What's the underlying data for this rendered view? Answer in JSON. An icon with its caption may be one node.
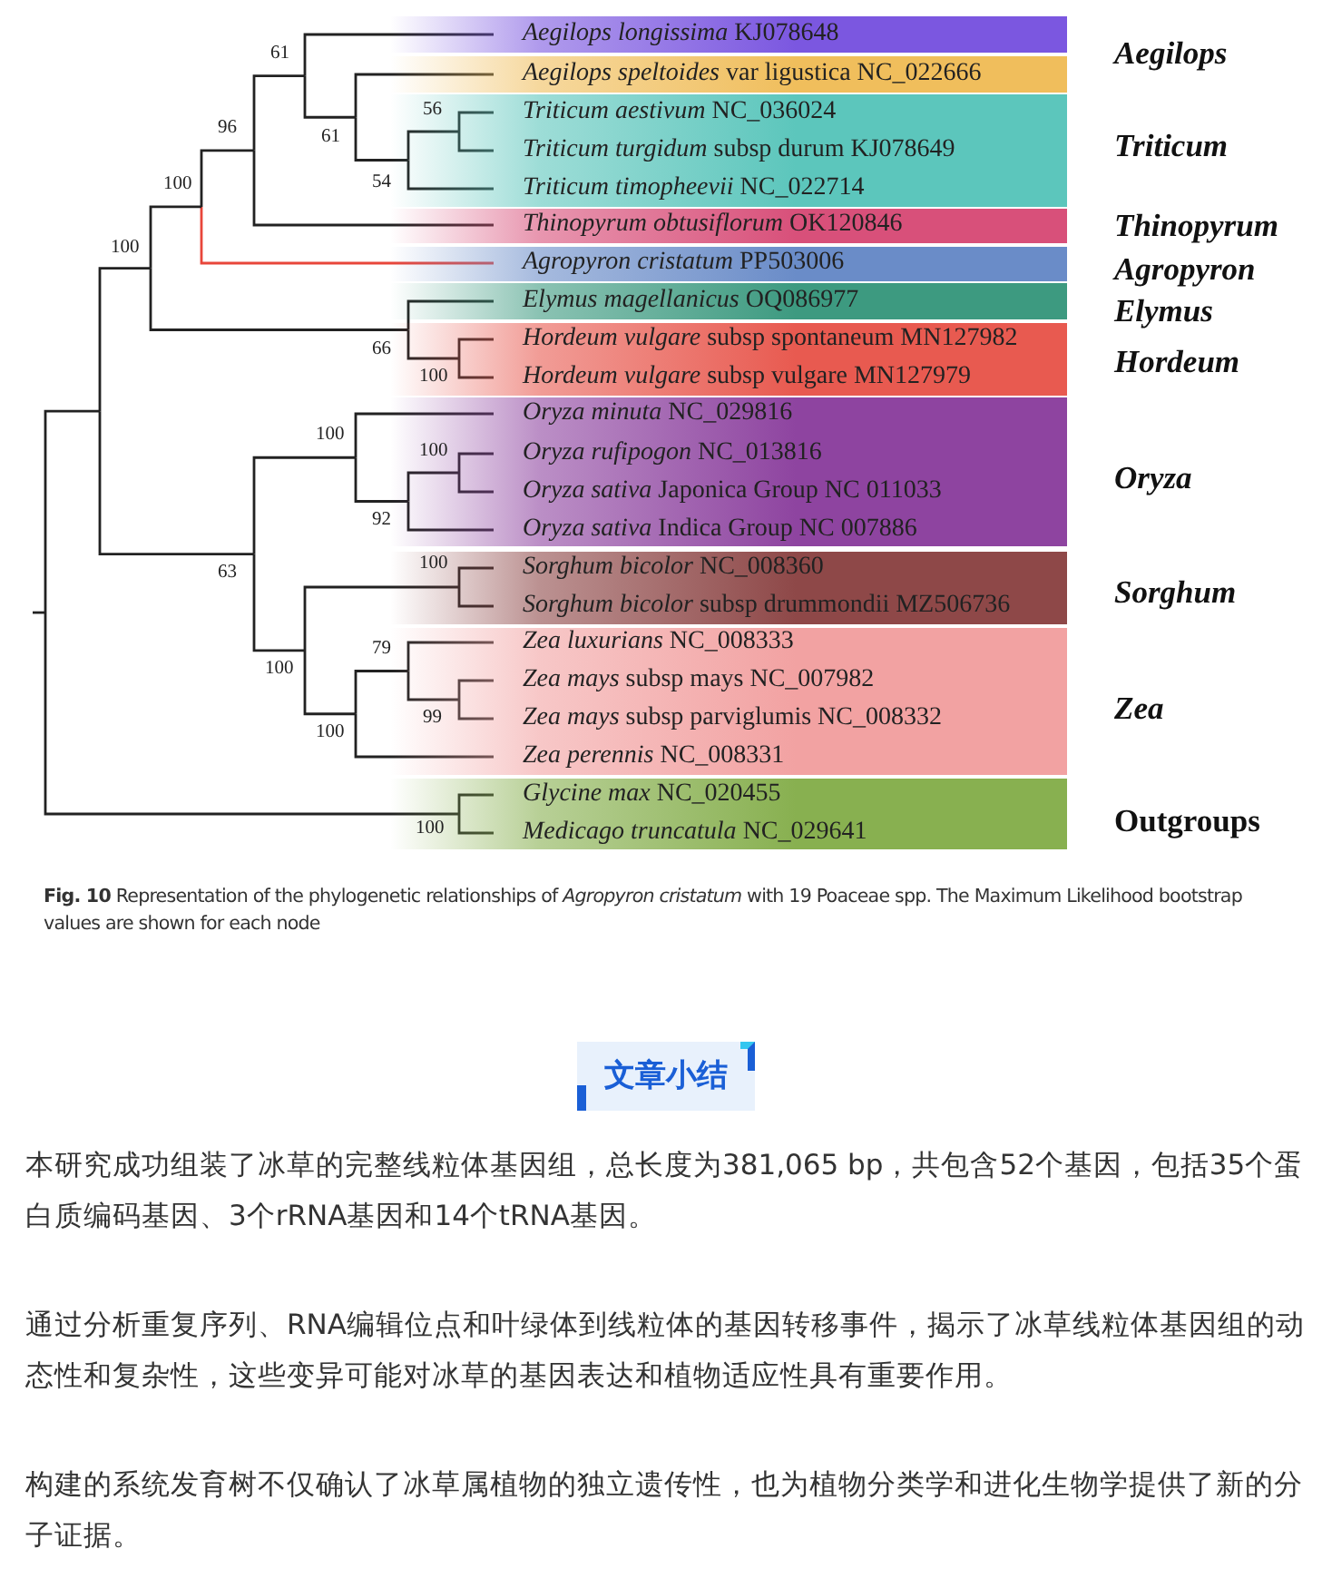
{
  "diagram": {
    "caption": "**Fig. 10** Representation of the phylogenetic relationships of *Agropyron cristatum* with 19 Poaceae spp. The Maximum Likelihood bootstrap values are shown for each node",
    "nodes": [
      {
        "text": [],
        "shape": "bar"
      },
      {
        "text": [
          "*Aegilops longissima* KJ078648"
        ],
        "in": 0
      },
      {
        "text": [],
        "shape": "bar"
      },
      {
        "text": [
          "*Aegilops speltoides* var ligustica NC_022666"
        ],
        "in": 2
      },
      {
        "text": [],
        "shape": "bar"
      },
      {
        "text": [
          "*Triticum aestivum* NC_036024"
        ],
        "in": 4
      },
      {
        "text": [
          "*Triticum turgidum* subsp durum KJ078649"
        ],
        "in": 4
      },
      {
        "text": [
          "*Triticum timopheevii* NC_022714"
        ],
        "in": 4
      },
      {
        "text": [],
        "shape": "bar"
      },
      {
        "text": [
          "*Thinopyrum obtusiflorum* OK120846"
        ],
        "in": 8
      },
      {
        "text": [],
        "shape": "bar"
      },
      {
        "text": [
          "*Agropyron cristatum* PP503006"
        ],
        "in": 10
      },
      {
        "text": [],
        "shape": "bar"
      },
      {
        "text": [
          "*Elymus magellanicus* OQ086977"
        ],
        "in": 12
      },
      {
        "text": [],
        "shape": "bar"
      },
      {
        "text": [
          "*Hordeum vulgare* subsp spontaneum MN127982"
        ],
        "in": 14
      },
      {
        "text": [
          "*Hordeum vulgare* subsp vulgare MN127979"
        ],
        "in": 14
      },
      {
        "text": [],
        "shape": "bar"
      },
      {
        "text": [
          "*Oryza minuta* NC_029816"
        ],
        "in": 17
      },
      {
        "text": [
          "*Oryza rufipogon* NC_013816"
        ],
        "in": 17
      },
      {
        "text": [
          "*Oryza sativa* Japonica Group NC 011033"
        ],
        "in": 17
      },
      {
        "text": [
          "*Oryza sativa* Indica Group NC 007886"
        ],
        "in": 17
      },
      {
        "text": [],
        "shape": "bar"
      },
      {
        "text": [
          "*Sorghum bicolor* NC_008360"
        ],
        "in": 22
      },
      {
        "text": [
          "*Sorghum bicolor* subsp drummondii MZ506736"
        ],
        "in": 22
      },
      {
        "text": [],
        "shape": "bar"
      },
      {
        "text": [
          "*Zea luxurians* NC_008333"
        ],
        "in": 25
      },
      {
        "text": [
          "*Zea mays* subsp mays NC_007982"
        ],
        "in": 25
      },
      {
        "text": [
          "*Zea mays* subsp parviglumis NC_008332"
        ],
        "in": 25
      },
      {
        "text": [
          "*Zea perennis* NC_008331"
        ],
        "in": 25
      },
      {
        "text": [],
        "shape": "bar"
      },
      {
        "text": [
          "*Glycine max* NC_020455"
        ],
        "in": 30
      },
      {
        "text": [
          "*Medicago truncatula* NC_029641"
        ],
        "in": 30
      }
    ],
    "labels": [
      "61",
      "56",
      "96",
      "61",
      "54",
      "100",
      "100",
      "66",
      "100",
      "100",
      "100",
      "92",
      "100",
      "63",
      "79",
      "100",
      "99",
      "100",
      "100",
      "Aegilops",
      "Triticum",
      "Thinopyrum",
      "Agropyron",
      "Elymus",
      "Hordeum",
      "Oryza",
      "Sorghum",
      "Zea",
      "Outgroups",
      "文章小结",
      "本研究成功组装了冰草的完整线粒体基因组，总长度为381,065 bp，共包含52个基因，包括35个蛋白质编码基因、3个rRNA基因和14个tRNA基因。",
      "通过分析重复序列、RNA编辑位点和叶绿体到线粒体的基因转移事件，揭示了冰草线粒体基因组的动态性和复杂性，这些变异可能对冰草的基因表达和植物适应性具有重要作用。",
      "构建的系统发育树不仅确认了冰草属植物的独立遗传性，也为植物分类学和进化生物学提供了新的分子证据。"
    ]
  }
}
